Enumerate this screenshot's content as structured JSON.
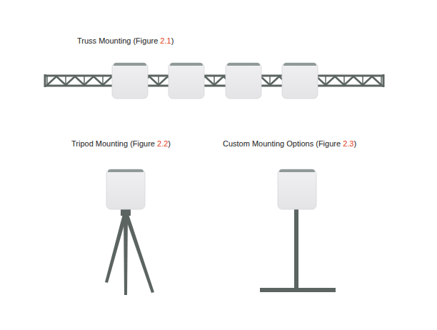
{
  "diagram": {
    "labels": [
      "Truss  Mounting (Figure 2.1)",
      "Tripod  Mounting (Figure 2.2)",
      "Custom  Mounting Options (Figure 2.3)"
    ]
  }
}
